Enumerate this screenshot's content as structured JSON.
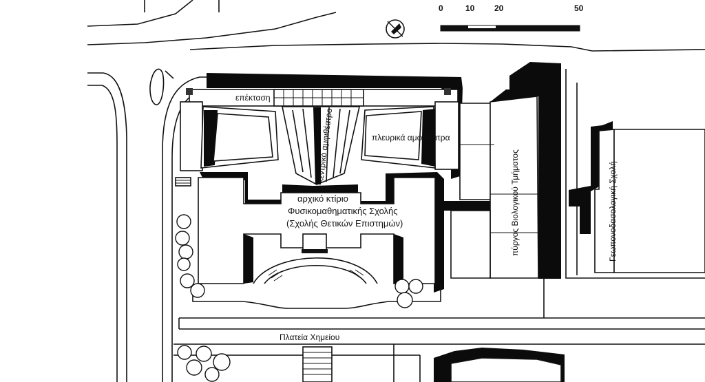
{
  "scale_bar": {
    "ticks": [
      "0",
      "10",
      "20",
      "50"
    ]
  },
  "labels": {
    "extension": "επέκταση",
    "central_amphitheatre": "κεντρικό αμφιθέατρο",
    "side_amphitheatres": "πλευρικά αμφιθέατρα",
    "main_building_line1": "αρχικό κτίριο",
    "main_building_line2": "Φυσικομαθηματικής Σχολής",
    "main_building_line3": "(Σχολής Θετικών Επιστημών)",
    "biology_tower": "πύργος Βιολογικού Τμήματος",
    "agriculture_school": "Γεωπονοδασολογική Σχολή",
    "chemistry_square": "Πλατεία Χημείου"
  },
  "icons": {
    "north_arrow": "north-arrow-icon"
  }
}
